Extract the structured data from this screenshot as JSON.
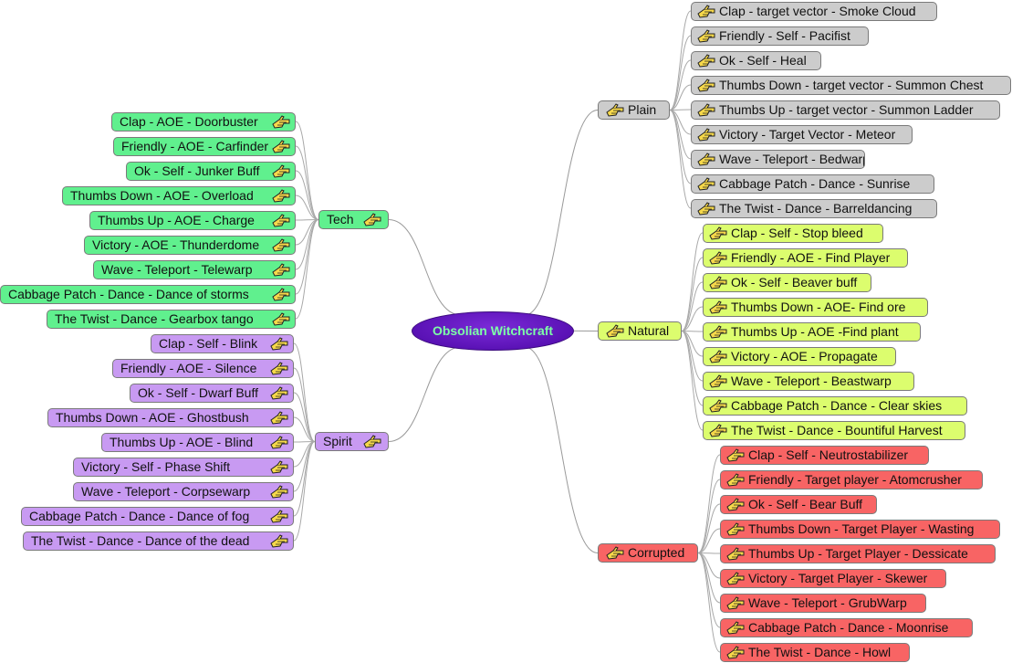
{
  "central": "Obsolian Witchcraft",
  "categories": [
    {
      "name": "Plain",
      "side": "right",
      "color": "#cccccc",
      "items": [
        "Clap - target vector - Smoke Cloud",
        "Friendly - Self - Pacifist",
        "Ok - Self - Heal",
        "Thumbs Down - target vector - Summon Chest",
        "Thumbs Up - target vector - Summon Ladder",
        "Victory - Target Vector - Meteor",
        "Wave - Teleport - Bedwarp",
        "Cabbage Patch - Dance - Sunrise",
        "The Twist - Dance - Barreldancing"
      ]
    },
    {
      "name": "Natural",
      "side": "right",
      "color": "#dcfd6e",
      "items": [
        "Clap - Self - Stop bleed",
        "Friendly - AOE - Find Player",
        "Ok - Self - Beaver buff",
        "Thumbs Down - AOE- Find ore",
        "Thumbs Up - AOE -Find plant",
        "Victory - AOE - Propagate",
        "Wave - Teleport - Beastwarp",
        "Cabbage Patch - Dance - Clear skies",
        "The Twist - Dance - Bountiful Harvest"
      ]
    },
    {
      "name": "Corrupted",
      "side": "right",
      "color": "#f86464",
      "items": [
        "Clap - Self - Neutrostabilizer",
        "Friendly - Target player - Atomcrusher",
        "Ok - Self - Bear Buff",
        "Thumbs Down - Target Player - Wasting",
        "Thumbs Up - Target Player - Dessicate",
        "Victory - Target Player - Skewer",
        "Wave - Teleport - GrubWarp",
        "Cabbage Patch - Dance - Moonrise",
        "The Twist - Dance - Howl"
      ]
    },
    {
      "name": "Tech",
      "side": "left",
      "color": "#60f08e",
      "items": [
        "Clap - AOE - Doorbuster",
        "Friendly - AOE - Carfinder",
        "Ok - Self - Junker Buff",
        "Thumbs Down - AOE - Overload",
        "Thumbs Up - AOE - Charge",
        "Victory - AOE - Thunderdome",
        "Wave - Teleport - Telewarp",
        "Cabbage Patch - Dance - Dance of storms",
        "The Twist - Dance - Gearbox tango"
      ]
    },
    {
      "name": "Spirit",
      "side": "left",
      "color": "#c89af2",
      "items": [
        "Clap - Self - Blink",
        "Friendly - AOE - Silence",
        "Ok - Self - Dwarf Buff",
        "Thumbs Down - AOE - Ghostbush",
        "Thumbs Up - AOE - Blind",
        "Victory - Self - Phase Shift",
        "Wave - Teleport - Corpsewarp",
        "Cabbage Patch - Dance - Dance of fog",
        "The Twist - Dance - Dance of the dead"
      ]
    }
  ]
}
